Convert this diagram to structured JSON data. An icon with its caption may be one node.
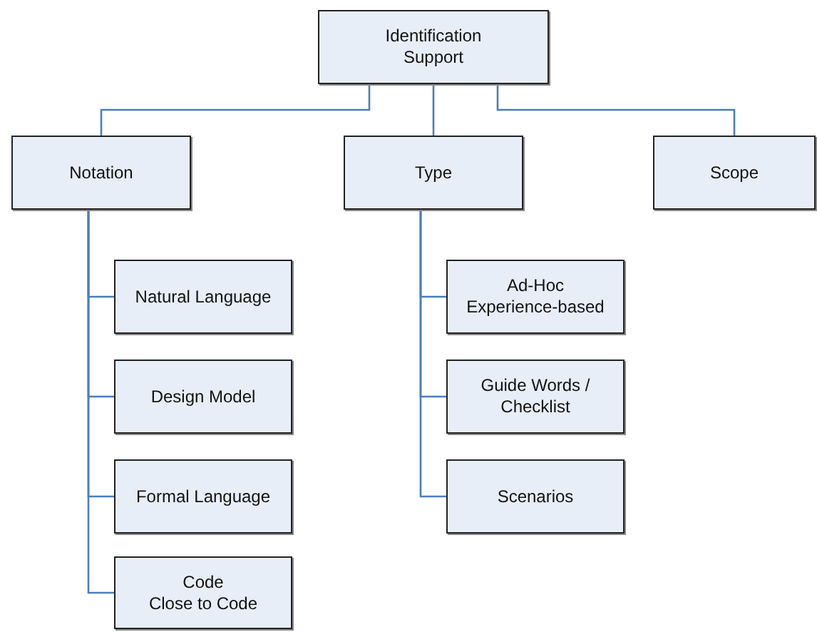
{
  "diagram": {
    "nodes": [
      {
        "text": [
          "Identification Support"
        ]
      },
      {
        "text": [
          "Notation"
        ]
      },
      {
        "text": [
          "Type"
        ]
      },
      {
        "text": [
          "Scope"
        ]
      },
      {
        "text": [
          "Natural Language"
        ]
      },
      {
        "text": [
          "Design Model"
        ]
      },
      {
        "text": [
          "Formal Language"
        ]
      },
      {
        "text": [
          "Code",
          "Close to Code"
        ]
      },
      {
        "text": [
          "Ad-Hoc Experience-based"
        ]
      },
      {
        "text": [
          "Guide Words / Checklist"
        ]
      },
      {
        "text": [
          "Scenarios"
        ]
      }
    ],
    "edges": [
      {
        "from": 0,
        "to": 1,
        "arrow": "none"
      },
      {
        "from": 0,
        "to": 2,
        "arrow": "none"
      },
      {
        "from": 0,
        "to": 3,
        "arrow": "none"
      },
      {
        "from": 1,
        "to": 4,
        "arrow": "none"
      },
      {
        "from": 1,
        "to": 5,
        "arrow": "none"
      },
      {
        "from": 1,
        "to": 6,
        "arrow": "none"
      },
      {
        "from": 1,
        "to": 7,
        "arrow": "none"
      },
      {
        "from": 2,
        "to": 8,
        "arrow": "none"
      },
      {
        "from": 2,
        "to": 9,
        "arrow": "none"
      },
      {
        "from": 2,
        "to": 10,
        "arrow": "none"
      }
    ]
  }
}
